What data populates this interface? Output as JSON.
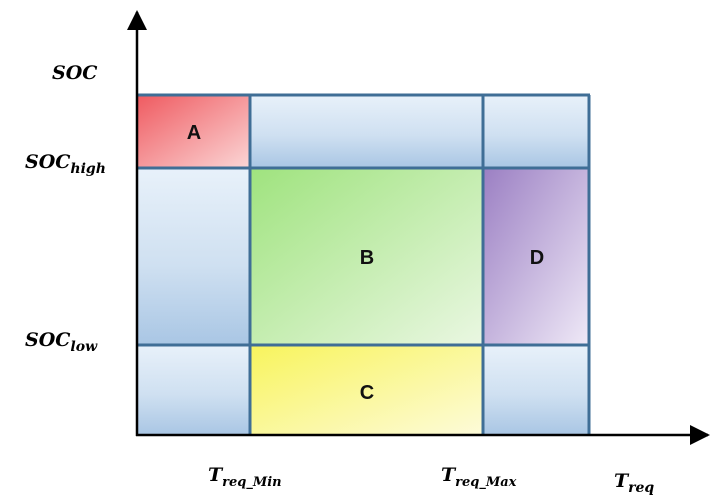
{
  "axes": {
    "y_axis_label": "SOC",
    "x_axis_label": {
      "base": "T",
      "sub": "req"
    },
    "y_tick_labels": [
      {
        "base": "SOC",
        "sub": "high"
      },
      {
        "base": "SOC",
        "sub": "low"
      }
    ],
    "x_tick_labels": [
      {
        "base": "T",
        "sub": "req_Min"
      },
      {
        "base": "T",
        "sub": "req_Max"
      }
    ]
  },
  "zones": [
    {
      "letter": "A",
      "color": "#f0636a"
    },
    {
      "letter": "B",
      "color": "#a6e88a"
    },
    {
      "letter": "C",
      "color": "#fbf56a"
    },
    {
      "letter": "D",
      "color": "#a68bc9"
    }
  ],
  "colors": {
    "neutral_cell": "#b9d2ea",
    "grid_line": "#3f6e96",
    "axis": "#000000"
  }
}
